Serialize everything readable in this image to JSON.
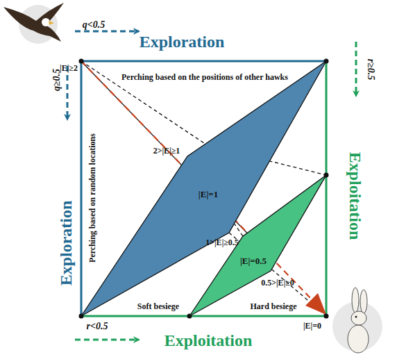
{
  "diagram": {
    "nodes": [
      {
        "text": [
          "|E|=1"
        ]
      },
      {
        "text": [
          "|E|=0.5"
        ]
      }
    ],
    "labels": [
      "q<0.5",
      "Exploration",
      "|E|≥2",
      "Perching based on the positions of other hawks",
      "q≥0.5",
      "r≥0.5",
      "Exploitation",
      "Exploration",
      "Perching based on random locations",
      "2>|E|≥1",
      "1>|E|≥0.5",
      "0.5>|E|≥0",
      "Soft besiege",
      "Hard besiege",
      "|E|=0",
      "r<0.5",
      "Exploitation"
    ]
  }
}
